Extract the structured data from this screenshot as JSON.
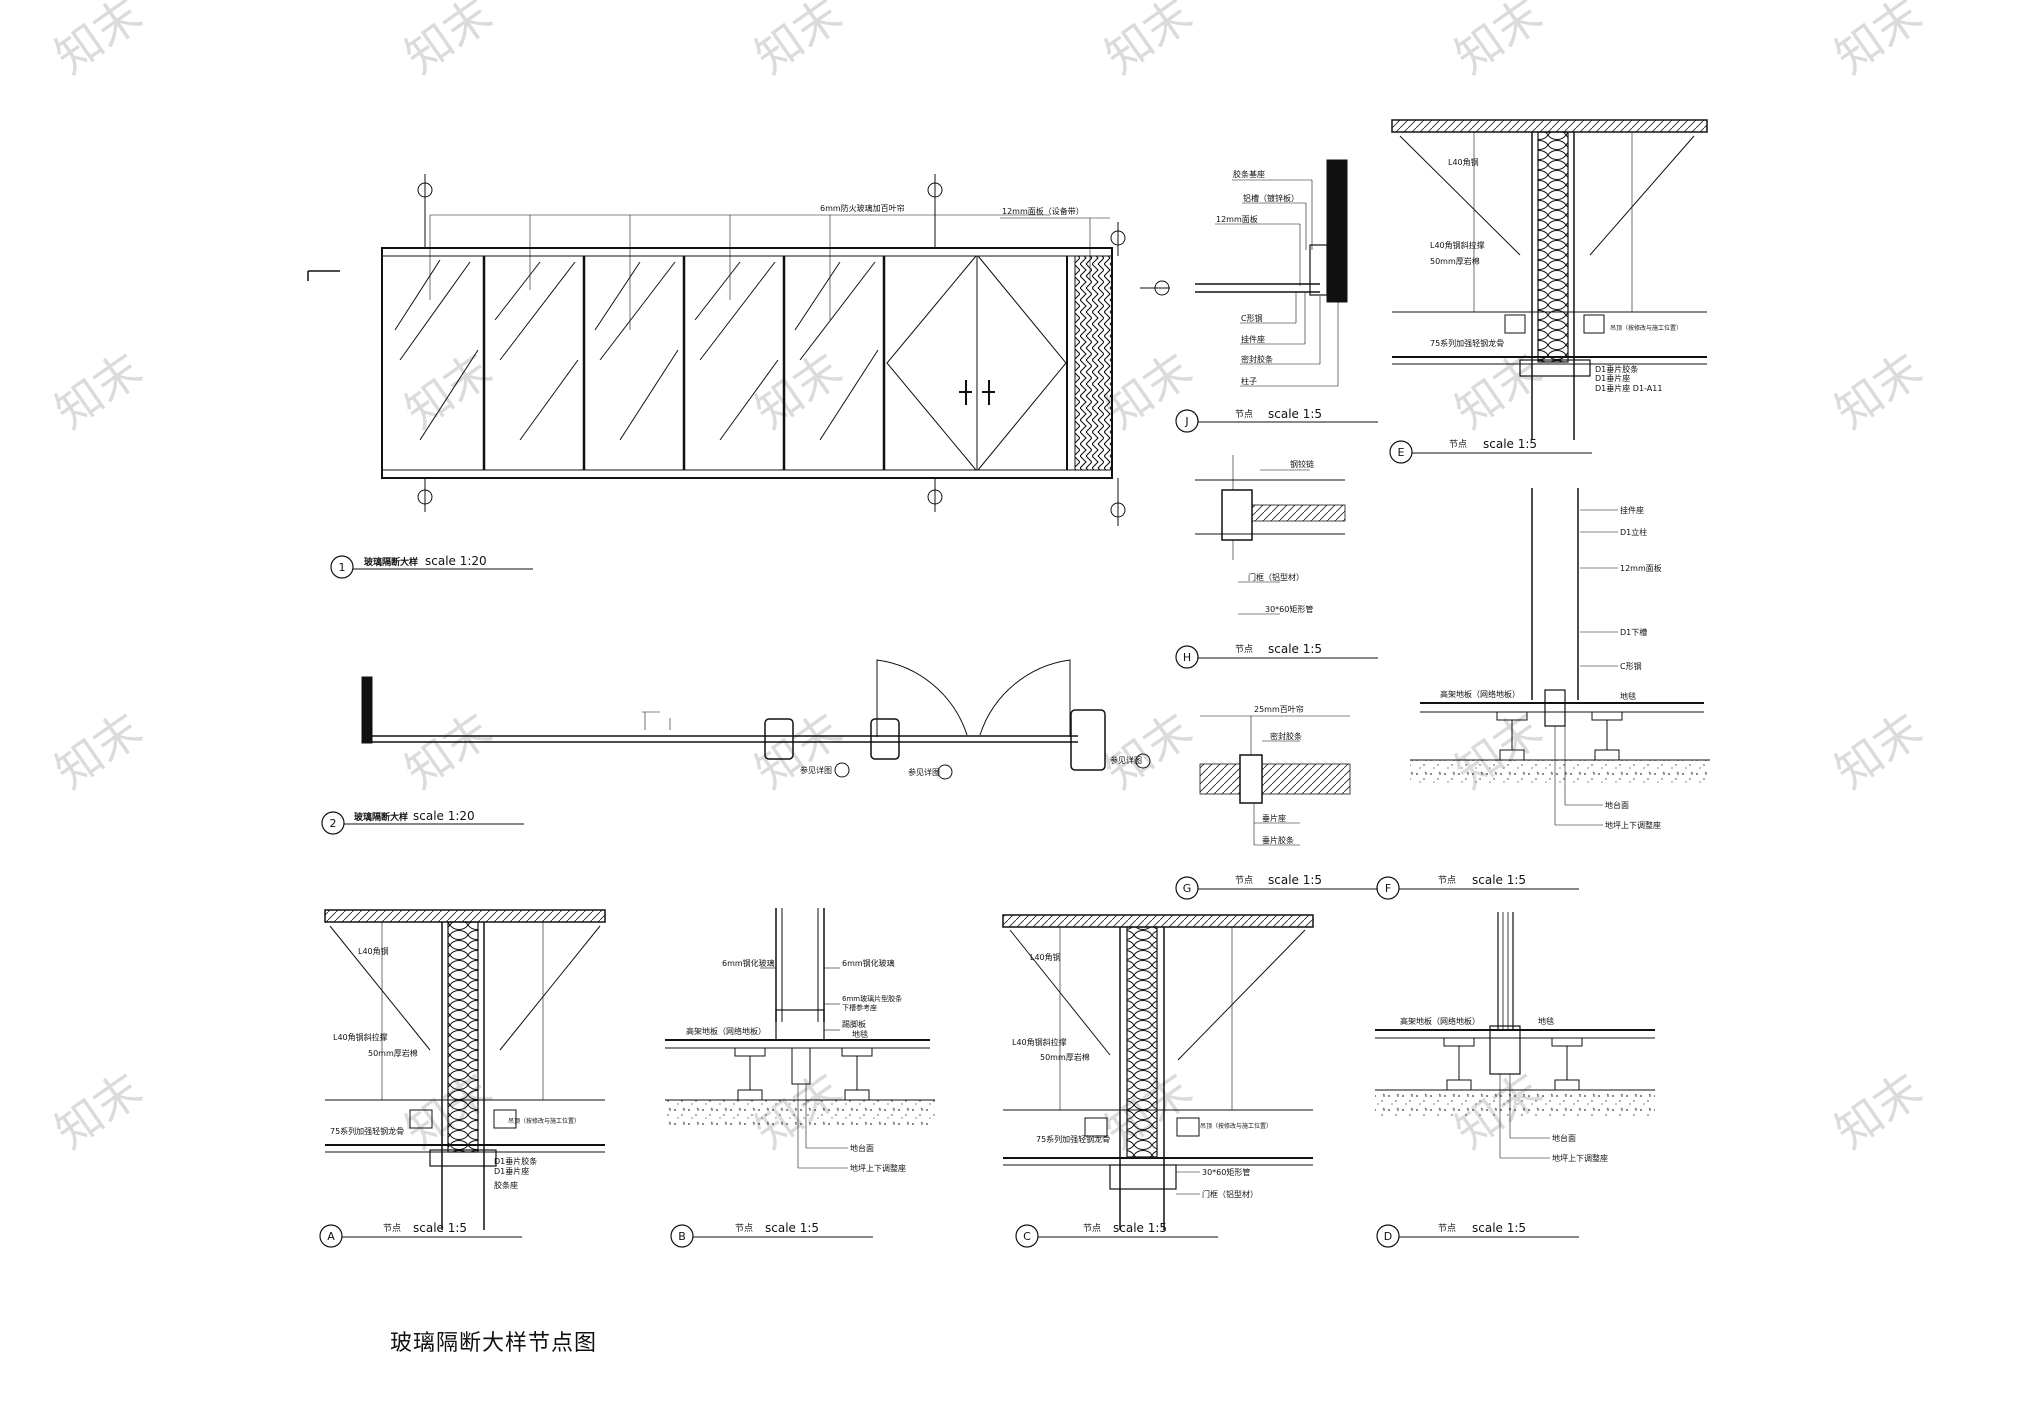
{
  "sheet_title": "玻璃隔断大样节点图",
  "wm_text": "知末",
  "views": {
    "v1": {
      "marker": "1",
      "title": "玻璃隔断大样",
      "scale": "scale 1:20"
    },
    "v2": {
      "marker": "2",
      "title": "玻璃隔断大样",
      "scale": "scale 1:20"
    },
    "J": {
      "marker": "J",
      "title": "节点",
      "scale": "scale 1:5"
    },
    "E": {
      "marker": "E",
      "title": "节点",
      "scale": "scale 1:5"
    },
    "H": {
      "marker": "H",
      "title": "节点",
      "scale": "scale 1:5"
    },
    "G": {
      "marker": "G",
      "title": "节点",
      "scale": "scale 1:5"
    },
    "F": {
      "marker": "F",
      "title": "节点",
      "scale": "scale 1:5"
    },
    "A": {
      "marker": "A",
      "title": "节点",
      "scale": "scale 1:5"
    },
    "B": {
      "marker": "B",
      "title": "节点",
      "scale": "scale 1:5"
    },
    "C": {
      "marker": "C",
      "title": "节点",
      "scale": "scale 1:5"
    },
    "D": {
      "marker": "D",
      "title": "节点",
      "scale": "scale 1:5"
    }
  },
  "labels": {
    "v1_glass": "6mm防火玻璃加百叶帘",
    "v1_panel": "12mm面板（设备带）",
    "v2_ref1": "参见详图",
    "v2_ref2": "参见详图",
    "v2_ref3": "参见详图",
    "j1": "胶条基座",
    "j2": "铝槽（镀锌板）",
    "j3": "12mm面板",
    "j4": "C形钢",
    "j5": "挂件座",
    "j6": "密封胶条",
    "j7": "柱子",
    "h1": "钢铰链",
    "h2": "门框（铝型材）",
    "h3": "30*60矩形管",
    "g1": "25mm百叶帘",
    "g2": "密封胶条",
    "g3": "垂片座",
    "g4": "垂片胶条",
    "e1": "L40角钢",
    "e2": "L40角钢斜拉撑",
    "e3": "50mm厚岩棉",
    "e4": "75系列加强轻钢龙骨",
    "e5": "吊顶（按修改与施工位置）",
    "e6": "D1垂片胶条",
    "e7": "D1垂片座",
    "e8": "D1垂片座  D1-A11",
    "f1": "挂件座",
    "f2": "D1立柱",
    "f3": "12mm面板",
    "f4": "D1下槽",
    "f5": "C形钢",
    "f6": "高架地板（网络地板）",
    "f7": "地毯",
    "f8": "地台面",
    "f9": "地坪上下调整座",
    "a1": "L40角钢",
    "a2": "L40角钢斜拉撑",
    "a3": "50mm厚岩棉",
    "a4": "75系列加强轻钢龙骨",
    "a5": "吊顶（按修改与施工位置）",
    "a6": "D1垂片胶条",
    "a7": "D1垂片座",
    "a8": "胶条座",
    "b1": "6mm钢化玻璃",
    "b2": "6mm钢化玻璃",
    "b3": "6mm玻璃片型胶条",
    "b4": "下槽参考座",
    "b5": "踢脚板",
    "b6": "地毯",
    "b7": "高架地板（网络地板）",
    "b8": "地台面",
    "b9": "地坪上下调整座",
    "c1": "L40角钢",
    "c2": "L40角钢斜拉撑",
    "c3": "50mm厚岩棉",
    "c4": "75系列加强轻钢龙骨",
    "c5": "吊顶（按修改与施工位置）",
    "c6": "30*60矩形管",
    "c7": "门框（铝型材）",
    "d1": "高架地板（网络地板）",
    "d2": "地毯",
    "d3": "地台面",
    "d4": "地坪上下调整座"
  }
}
